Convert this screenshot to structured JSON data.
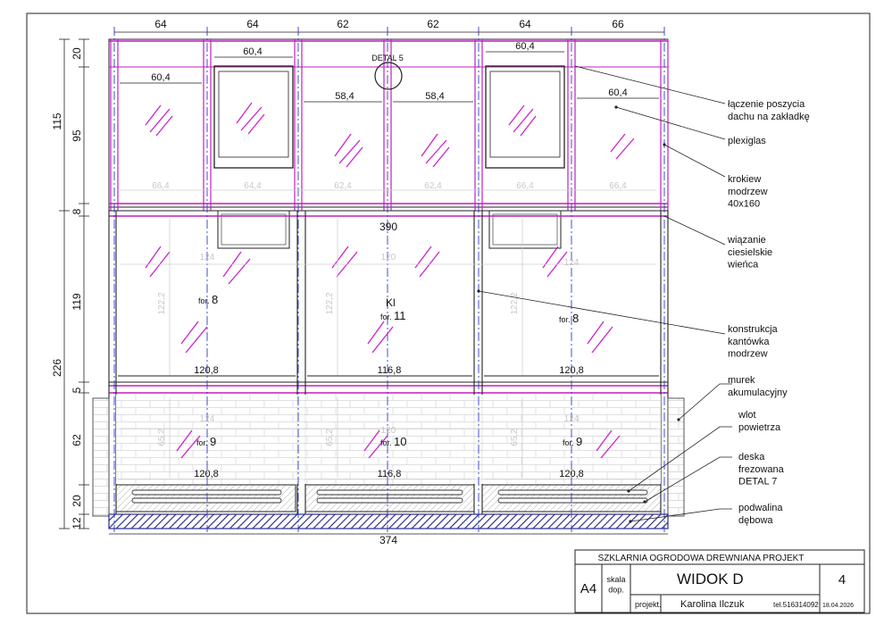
{
  "top_dimensions": [
    "64",
    "64",
    "62",
    "62",
    "64",
    "66"
  ],
  "window_widths": [
    "60,4",
    "60,4"
  ],
  "pane_widths_top": [
    "60,4",
    "58,4",
    "58,4",
    "60,4"
  ],
  "detail_callout": "DETAL 5",
  "rafter_widths": [
    "66,4",
    "64,4",
    "62,4",
    "62,4",
    "66,4",
    "66,4"
  ],
  "left_dimensions": [
    "20",
    "95",
    "115",
    "8",
    "119",
    "226",
    "5",
    "62",
    "20",
    "12"
  ],
  "span_dimension": "390",
  "base_dimension": "374",
  "glass_width_labels": [
    "124",
    "120",
    "124"
  ],
  "glass_height_labels": [
    "122,2",
    "122,2",
    "122,2"
  ],
  "formats": {
    "upper": [
      {
        "prefix": "for.",
        "number": "8"
      },
      {
        "prefix": "for.",
        "number": "11",
        "extra": "Kl"
      },
      {
        "prefix": "for.",
        "number": "8"
      }
    ],
    "lower": [
      {
        "prefix": "for.",
        "number": "9"
      },
      {
        "prefix": "for.",
        "number": "10"
      },
      {
        "prefix": "for.",
        "number": "9"
      }
    ]
  },
  "sill_widths_upper": [
    "120,8",
    "116,8",
    "120,8"
  ],
  "sill_widths_lower": [
    "120,8",
    "116,8",
    "120,8"
  ],
  "lower_glass_width_labels": [
    "124",
    "120",
    "124"
  ],
  "lower_glass_height_labels": [
    "65,2",
    "65,2",
    "65,2"
  ],
  "annotations": [
    "łączenie poszycia\ndachu na zakładkę",
    "plexiglas",
    "krokiew\nmodrzew\n40x160",
    "wiązanie\nciesielskie\nwieńca",
    "konstrukcja\nkantówka\nmodrzew",
    "murek\nakumulacyjny",
    "wlot\npowietrza",
    "deska\nfrezowana\nDETAL 7",
    "podwalina\ndębowa"
  ],
  "title_block": {
    "project_title": "SZKLARNIA OGRODOWA DREWNIANA PROJEKT",
    "format": "A4",
    "scale_label": "skala\ndop.",
    "view_title": "WIDOK D",
    "sheet_number": "4",
    "project_label": "projekt.",
    "author": "Karolina Ilczuk",
    "phone": "tel.516314092",
    "date": "18.04.2026"
  },
  "colors": {
    "frame": "#c21fc2",
    "line": "#222222",
    "axis": "#2f3cc8",
    "glass": "#cc22cc",
    "hatch": "#2b2f8c"
  }
}
